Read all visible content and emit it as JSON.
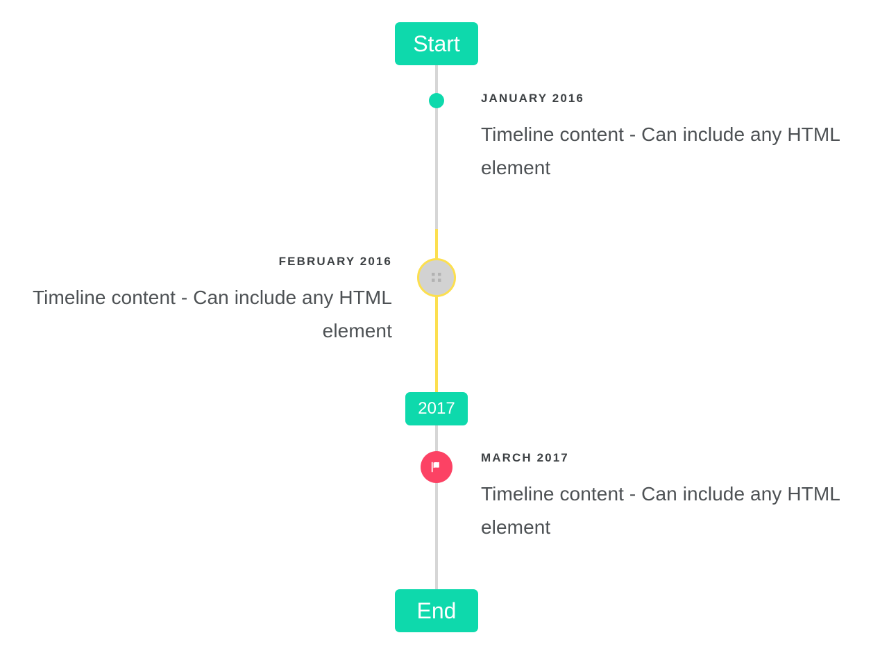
{
  "theme": {
    "accent_teal": "#0ed9ac",
    "line_grey": "#d6d6d6",
    "line_yellow": "#fcdf4f",
    "marker_pink": "#fc4264",
    "marker_grey": "#d2d2d2",
    "date_text": "#3d4144",
    "body_text": "#4d5154",
    "background": "#ffffff"
  },
  "timeline": {
    "start_badge": "Start",
    "year_badge": "2017",
    "end_badge": "End",
    "entries": [
      {
        "date": "JANUARY 2016",
        "body": "Timeline content - Can include any HTML element",
        "side": "right",
        "marker": "dot-icon"
      },
      {
        "date": "FEBRUARY 2016",
        "body": "Timeline content - Can include any HTML element",
        "side": "left",
        "marker": "broken-image-icon"
      },
      {
        "date": "MARCH 2017",
        "body": "Timeline content - Can include any HTML element",
        "side": "right",
        "marker": "flag-icon"
      }
    ]
  }
}
